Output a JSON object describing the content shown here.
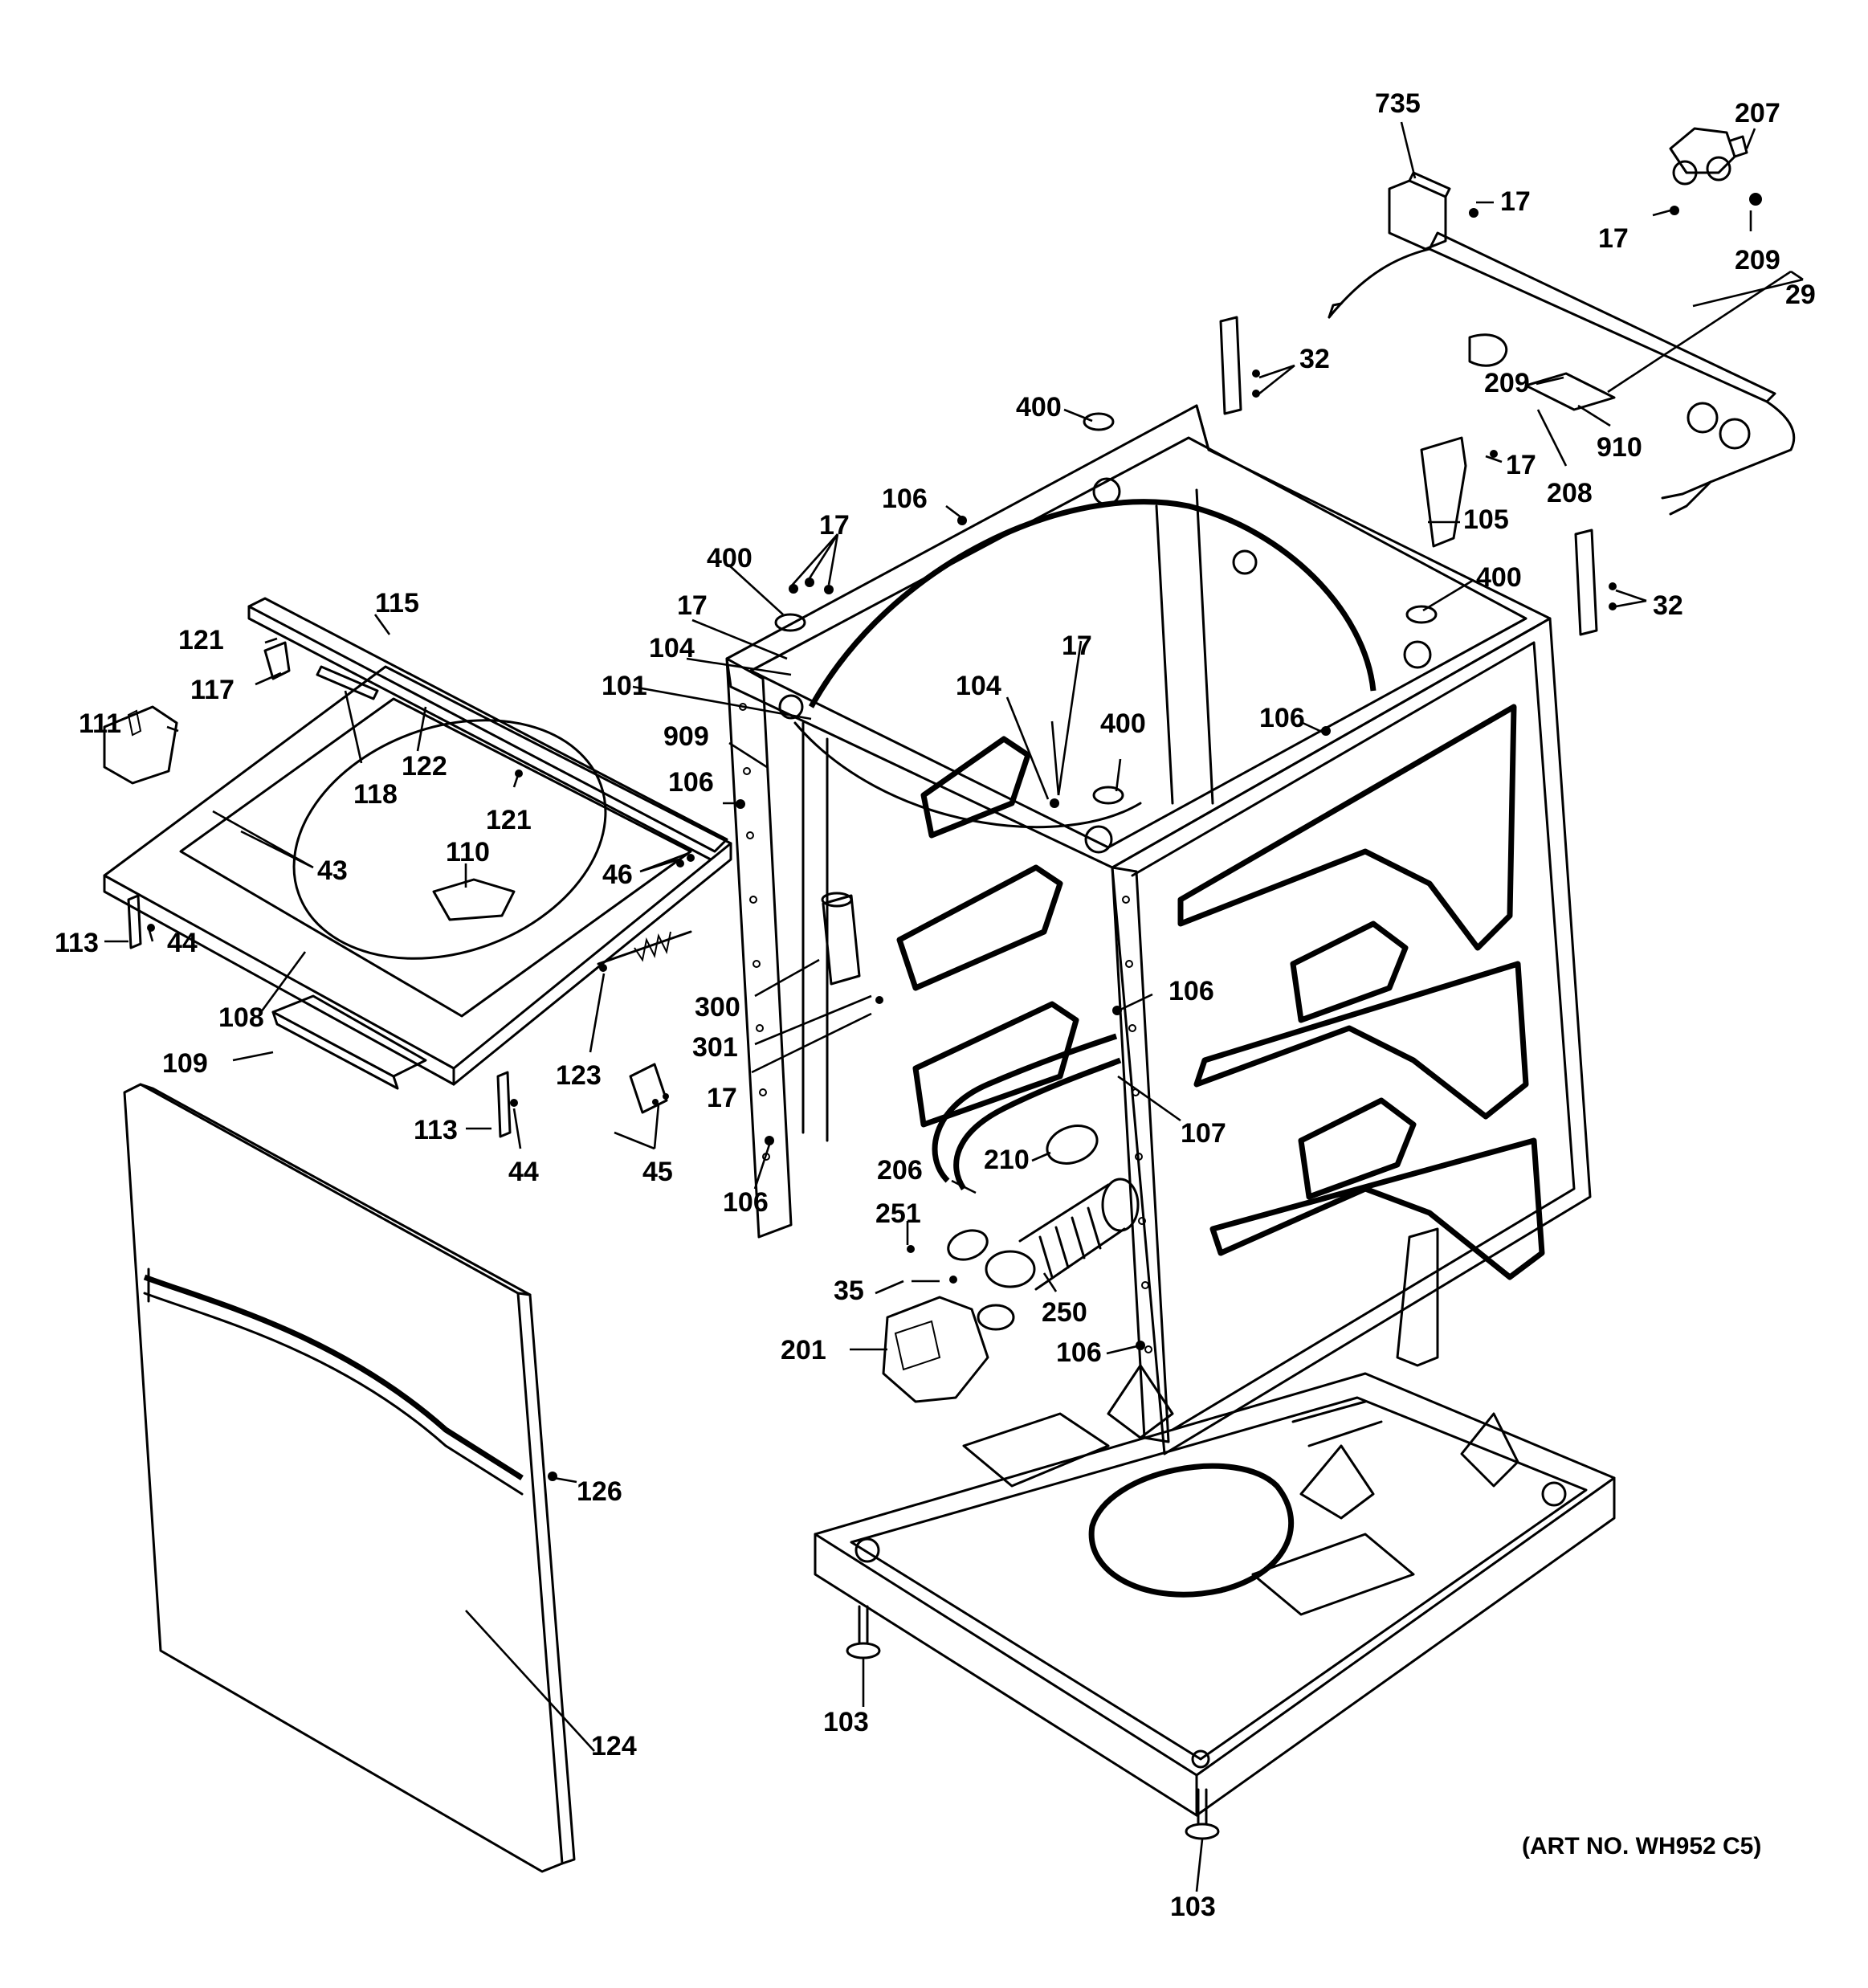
{
  "art_number": "(ART NO. WH952 C5)",
  "callouts": [
    {
      "id": "c735",
      "label": "735"
    },
    {
      "id": "c207",
      "label": "207"
    },
    {
      "id": "c17a",
      "label": "17"
    },
    {
      "id": "c17b",
      "label": "17"
    },
    {
      "id": "c209a",
      "label": "209"
    },
    {
      "id": "c29",
      "label": "29"
    },
    {
      "id": "c32a",
      "label": "32"
    },
    {
      "id": "c209b",
      "label": "209"
    },
    {
      "id": "c910",
      "label": "910"
    },
    {
      "id": "c208",
      "label": "208"
    },
    {
      "id": "c400a",
      "label": "400"
    },
    {
      "id": "c17c",
      "label": "17"
    },
    {
      "id": "c105",
      "label": "105"
    },
    {
      "id": "c106a",
      "label": "106"
    },
    {
      "id": "c17d",
      "label": "17"
    },
    {
      "id": "c400b",
      "label": "400"
    },
    {
      "id": "c400c",
      "label": "400"
    },
    {
      "id": "c32b",
      "label": "32"
    },
    {
      "id": "c17e",
      "label": "17"
    },
    {
      "id": "c115",
      "label": "115"
    },
    {
      "id": "c121a",
      "label": "121"
    },
    {
      "id": "c104a",
      "label": "104"
    },
    {
      "id": "c117",
      "label": "117"
    },
    {
      "id": "c101",
      "label": "101"
    },
    {
      "id": "c104b",
      "label": "104"
    },
    {
      "id": "c17f",
      "label": "17"
    },
    {
      "id": "c111",
      "label": "111"
    },
    {
      "id": "c909",
      "label": "909"
    },
    {
      "id": "c400d",
      "label": "400"
    },
    {
      "id": "c106b",
      "label": "106"
    },
    {
      "id": "c122",
      "label": "122"
    },
    {
      "id": "c118",
      "label": "118"
    },
    {
      "id": "c106c",
      "label": "106"
    },
    {
      "id": "c121b",
      "label": "121"
    },
    {
      "id": "c43",
      "label": "43"
    },
    {
      "id": "c110",
      "label": "110"
    },
    {
      "id": "c46",
      "label": "46"
    },
    {
      "id": "c113a",
      "label": "113"
    },
    {
      "id": "c44a",
      "label": "44"
    },
    {
      "id": "c300",
      "label": "300"
    },
    {
      "id": "c106d",
      "label": "106"
    },
    {
      "id": "c108",
      "label": "108"
    },
    {
      "id": "c301",
      "label": "301"
    },
    {
      "id": "c109",
      "label": "109"
    },
    {
      "id": "c123",
      "label": "123"
    },
    {
      "id": "c17g",
      "label": "17"
    },
    {
      "id": "c107",
      "label": "107"
    },
    {
      "id": "c113b",
      "label": "113"
    },
    {
      "id": "c44b",
      "label": "44"
    },
    {
      "id": "c45",
      "label": "45"
    },
    {
      "id": "c206",
      "label": "206"
    },
    {
      "id": "c210",
      "label": "210"
    },
    {
      "id": "c106e",
      "label": "106"
    },
    {
      "id": "c251",
      "label": "251"
    },
    {
      "id": "c35",
      "label": "35"
    },
    {
      "id": "c250",
      "label": "250"
    },
    {
      "id": "c201",
      "label": "201"
    },
    {
      "id": "c106f",
      "label": "106"
    },
    {
      "id": "c126",
      "label": "126"
    },
    {
      "id": "c103a",
      "label": "103"
    },
    {
      "id": "c124",
      "label": "124"
    },
    {
      "id": "c103b",
      "label": "103"
    }
  ]
}
